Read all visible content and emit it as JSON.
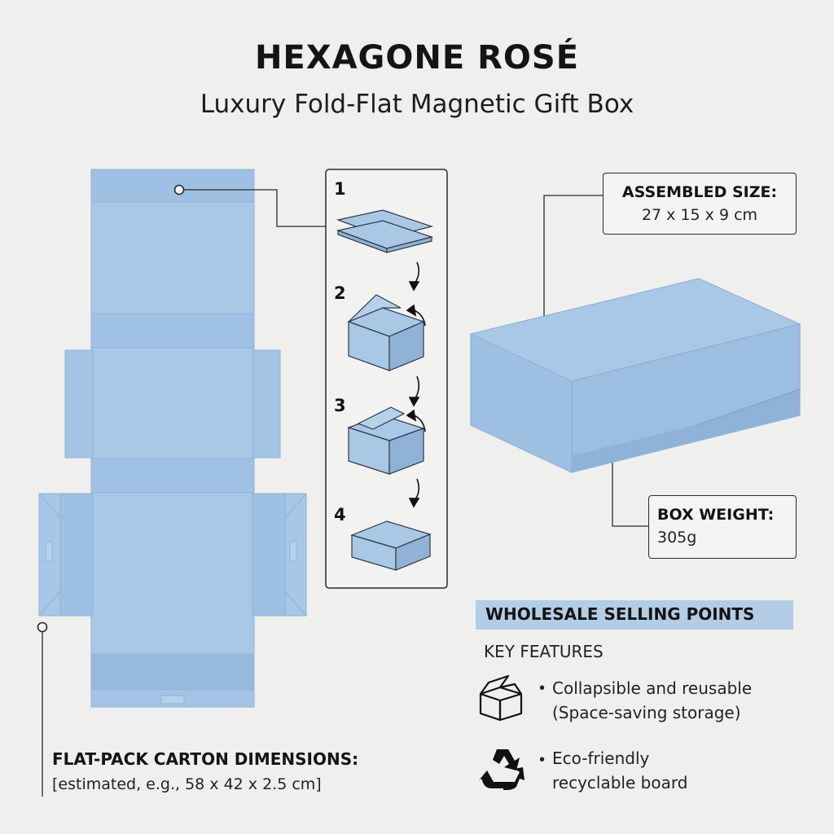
{
  "header": {
    "title": "HEXAGONE ROSÉ",
    "subtitle": "Luxury Fold-Flat Magnetic Gift Box"
  },
  "steps": [
    "1",
    "2",
    "3",
    "4"
  ],
  "assembled": {
    "label": "ASSEMBLED SIZE:",
    "value": "27 x 15 x 9 cm"
  },
  "weight": {
    "label": "BOX WEIGHT:",
    "value": "305g"
  },
  "flatpack": {
    "label": "FLAT-PACK CARTON DIMENSIONS:",
    "value": "[estimated, e.g., 58 x 42 x 2.5 cm]"
  },
  "selling": {
    "heading": "WHOLESALE SELLING POINTS",
    "subheading": "KEY FEATURES",
    "features": [
      {
        "icon": "open-box-icon",
        "line1": "Collapsible and reusable",
        "line2": "(Space-saving storage)"
      },
      {
        "icon": "recycle-icon",
        "line1": "Eco-friendly",
        "line2": "recyclable board"
      }
    ]
  },
  "colors": {
    "box_blue": "#a9c8e6",
    "box_blue_dark": "#8fb2d6",
    "highlight": "#b4cde6",
    "text": "#1d1d1d"
  }
}
